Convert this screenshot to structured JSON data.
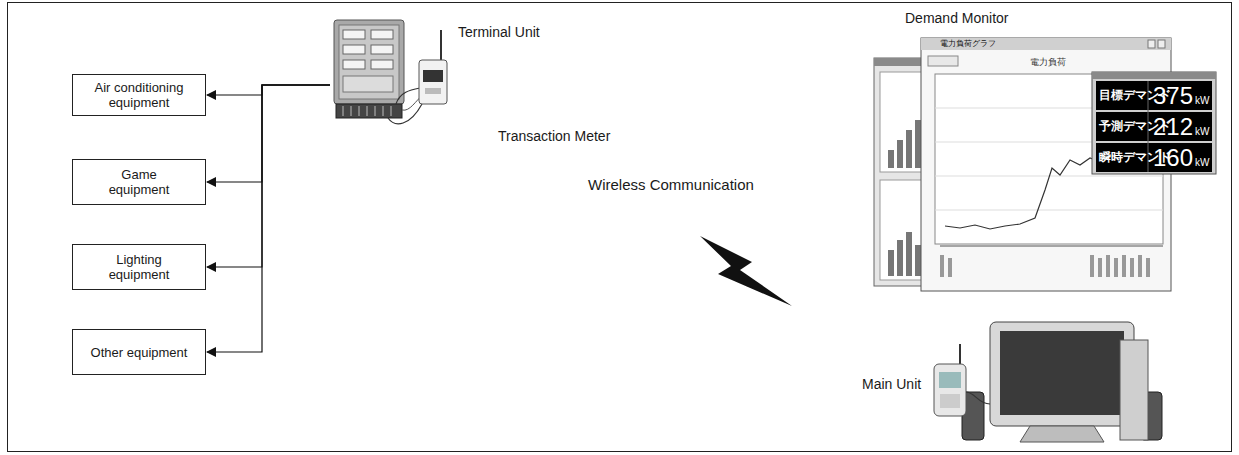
{
  "diagram": {
    "nodes": [
      {
        "text": [
          "Air conditioning equipment"
        ]
      },
      {
        "text": [
          "Game equipment"
        ]
      },
      {
        "text": [
          "Lighting equipment"
        ]
      },
      {
        "text": [
          "Other equipment"
        ]
      },
      {
        "text": [
          "Transaction Meter"
        ]
      }
    ],
    "edges": [
      {
        "from": 4,
        "to": 0,
        "arrow": "to"
      },
      {
        "from": 4,
        "to": 1,
        "arrow": "to"
      },
      {
        "from": 4,
        "to": 2,
        "arrow": "to"
      },
      {
        "from": 4,
        "to": 3,
        "arrow": "to"
      }
    ],
    "labels": [
      "Terminal Unit",
      "Demand Monitor",
      "Wireless Communication",
      "Main Unit",
      "電力負荷グラフ",
      "電力負荷",
      "目標デマンド",
      "375",
      "kW",
      "予測デマンド",
      "212",
      "kW",
      "瞬時デマンド",
      "160",
      "kW"
    ]
  }
}
